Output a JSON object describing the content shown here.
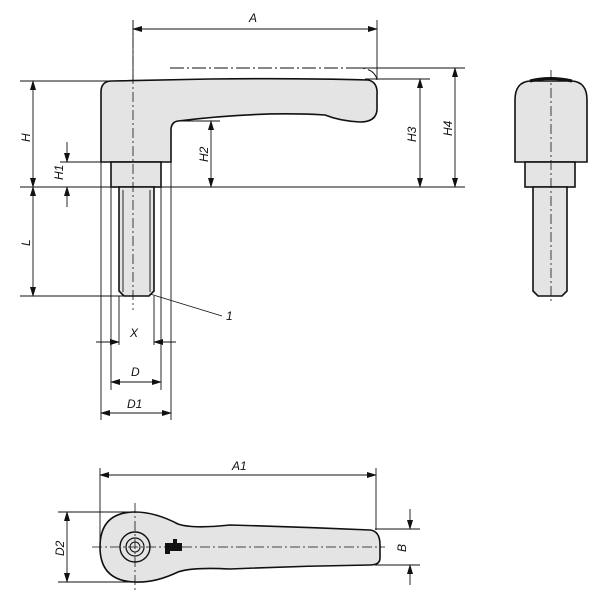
{
  "labels": {
    "A": "A",
    "H": "H",
    "H1": "H1",
    "H2": "H2",
    "H3": "H3",
    "H4": "H4",
    "L": "L",
    "X": "X",
    "D": "D",
    "D1": "D1",
    "callout": "1",
    "A1": "A1",
    "D2": "D2",
    "B": "B"
  },
  "colors": {
    "part_fill": "#e4e4e4",
    "line": "#111111"
  }
}
